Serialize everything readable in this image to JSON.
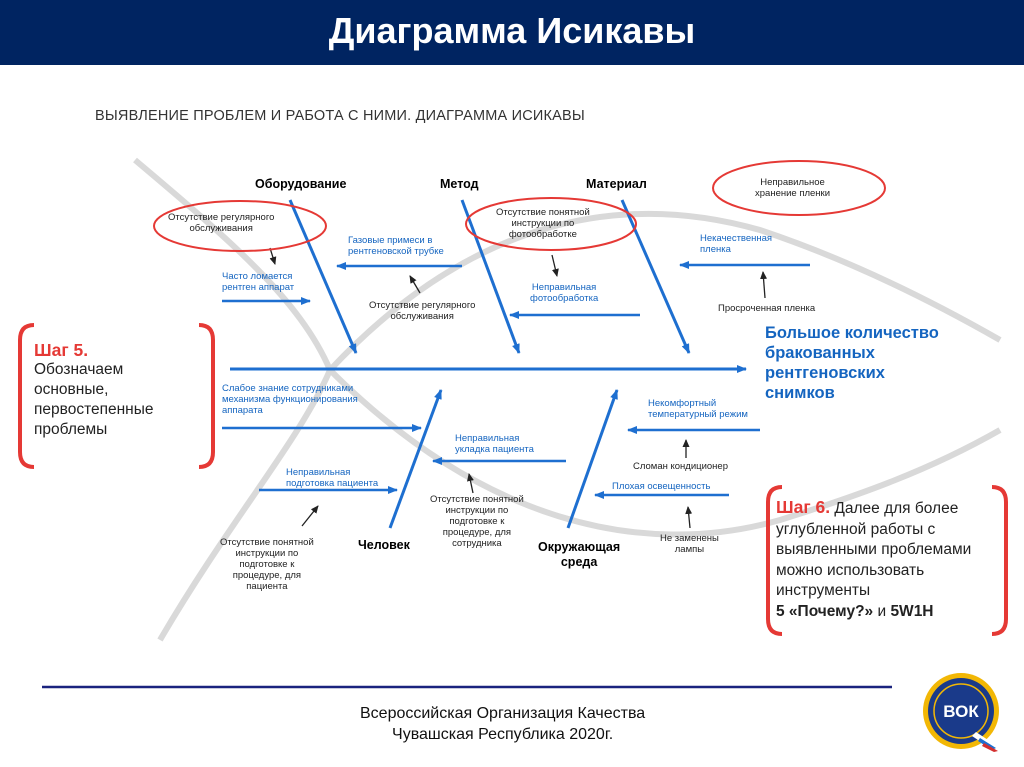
{
  "slide": {
    "title": "Диаграмма Исикавы"
  },
  "diagram": {
    "title": "ВЫЯВЛЕНИЕ ПРОБЛЕМ И РАБОТА С НИМИ. ДИАГРАММА ИСИКАВЫ",
    "effect": [
      "Большое количество",
      "бракованных",
      "рентгеновских",
      "снимков"
    ],
    "categories": {
      "equipment": "Оборудование",
      "method": "Метод",
      "material": "Материал",
      "person": "Человек",
      "environment": [
        "Окружающая",
        "среда"
      ]
    },
    "causes": {
      "no_regular_service_1": [
        "Отсутствие регулярного",
        "обслуживания"
      ],
      "gas_impurities": [
        "Газовые примеси в",
        "рентгеновской трубке"
      ],
      "xray_breaks": [
        "Часто ломается",
        "рентген аппарат"
      ],
      "no_regular_service_2": [
        "Отсутствие регулярного",
        "обслуживания"
      ],
      "no_instruction_photo": [
        "Отсутствие понятной",
        "инструкции по",
        "фотообработке"
      ],
      "wrong_photo": [
        "Неправильная",
        "фотообработка"
      ],
      "wrong_storage": [
        "Неправильное",
        "хранение пленки"
      ],
      "poor_film": [
        "Некачественная",
        "пленка"
      ],
      "expired_film": [
        "Просроченная пленка"
      ],
      "weak_knowledge": [
        "Слабое знание сотрудниками",
        "механизма функционирования",
        "аппарата"
      ],
      "wrong_positioning": [
        "Неправильная",
        "укладка пациента"
      ],
      "wrong_preparation": [
        "Неправильная",
        "подготовка пациента"
      ],
      "no_instruction_staff": [
        "Отсутствие понятной",
        "инструкции по",
        "подготовке к",
        "процедуре, для",
        "сотрудника"
      ],
      "no_instruction_patient": [
        "Отсутствие понятной",
        "инструкции по",
        "подготовке к",
        "процедуре, для",
        "пациента"
      ],
      "uncomfortable_temp": [
        "Некомфортный",
        "температурный режим"
      ],
      "broken_ac": [
        "Сломан кондиционер"
      ],
      "poor_lighting": [
        "Плохая освещенность"
      ],
      "lamps_not_replaced": [
        "Не заменены",
        "лампы"
      ]
    }
  },
  "step5": {
    "heading": "Шаг 5.",
    "lines": [
      "Обозначаем",
      "основные,",
      "первостепенные",
      "проблемы"
    ]
  },
  "step6": {
    "heading": "Шаг 6.",
    "first": " Далее для более",
    "lines": [
      "углубленной работы с",
      "выявленными проблемами",
      "можно использовать",
      "инструменты"
    ],
    "tools_a": "5 «Почему?»",
    "tools_and": " и ",
    "tools_b": "5W1H"
  },
  "footer": {
    "line1": "Всероссийская Организация Качества",
    "line2": "Чувашская Республика 2020г."
  },
  "logo": {
    "text": "ВОК"
  },
  "colors": {
    "header": "#002461",
    "arrow_blue": "#1e6fd0",
    "highlight_red": "#e53935",
    "footer_line": "#1a237e"
  }
}
